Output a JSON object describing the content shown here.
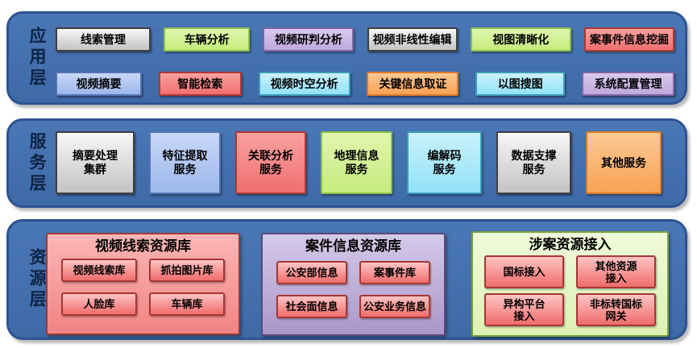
{
  "colors": {
    "layer_fill": "#4470ac",
    "layer_border": "#2d5392",
    "layer_label_text": "#0e2342",
    "gray": "#d9d9d9",
    "green": "#cfef8c",
    "purple": "#c9b3e6",
    "blue": "#aec3f1",
    "red": "#f47f7f",
    "cyan": "#a9e9fa",
    "orange": "#fbb26f",
    "pink_group": "#f79c9c",
    "purple_group": "#c2b0da",
    "green_group": "#e6f6c8",
    "item_red": "#f79898"
  },
  "layers": {
    "application": {
      "label": "应用层",
      "rows": [
        [
          {
            "label": "线索管理",
            "color_name": "gray"
          },
          {
            "label": "车辆分析",
            "color_name": "green"
          },
          {
            "label": "视频研判分析",
            "color_name": "purple"
          },
          {
            "label": "视频非线性编辑",
            "color_name": "gray"
          },
          {
            "label": "视图清晰化",
            "color_name": "green"
          },
          {
            "label": "案事件信息挖掘",
            "color_name": "red"
          }
        ],
        [
          {
            "label": "视频摘要",
            "color_name": "blue"
          },
          {
            "label": "智能检索",
            "color_name": "red"
          },
          {
            "label": "视频时空分析",
            "color_name": "cyan"
          },
          {
            "label": "关键信息取证",
            "color_name": "orange"
          },
          {
            "label": "以图搜图",
            "color_name": "cyan"
          },
          {
            "label": "系统配置管理",
            "color_name": "purple"
          }
        ]
      ]
    },
    "service": {
      "label": "服务层",
      "boxes": [
        {
          "label": "摘要处理\n集群",
          "color_name": "gray"
        },
        {
          "label": "特征提取\n服务",
          "color_name": "blue"
        },
        {
          "label": "关联分析\n服务",
          "color_name": "red"
        },
        {
          "label": "地理信息\n服务",
          "color_name": "green"
        },
        {
          "label": "编解码\n服务",
          "color_name": "cyan"
        },
        {
          "label": "数据支撑\n服务",
          "color_name": "gray"
        },
        {
          "label": "其他服务",
          "color_name": "orange"
        }
      ]
    },
    "resource": {
      "label": "资源层",
      "groups": [
        {
          "title": "视频线索资源库",
          "color_name": "pink",
          "items": [
            {
              "label": "视频线索库"
            },
            {
              "label": "抓拍图片库"
            },
            {
              "label": "人脸库"
            },
            {
              "label": "车辆库"
            }
          ]
        },
        {
          "title": "案件信息资源库",
          "color_name": "purple",
          "items": [
            {
              "label": "公安部信息"
            },
            {
              "label": "案事件库"
            },
            {
              "label": "社会面信息"
            },
            {
              "label": "公安业务信息"
            }
          ]
        },
        {
          "title": "涉案资源接入",
          "color_name": "green",
          "items": [
            {
              "label": "国标接入"
            },
            {
              "label": "其他资源\n接入"
            },
            {
              "label": "异构平台\n接入"
            },
            {
              "label": "非标转国标\n网关"
            }
          ]
        }
      ]
    }
  }
}
